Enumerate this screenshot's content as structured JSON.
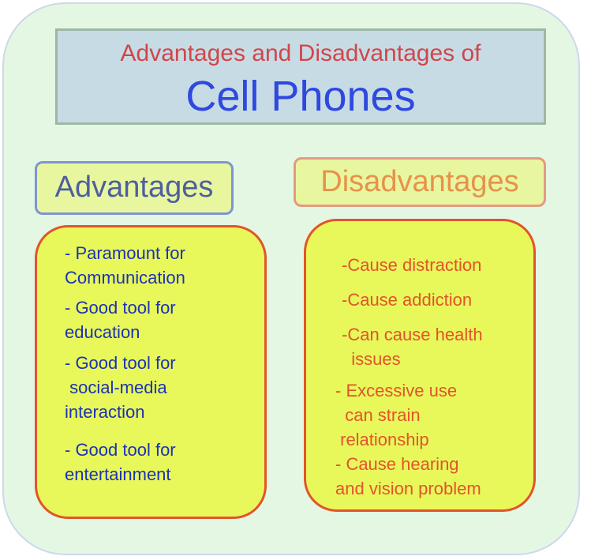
{
  "title": {
    "subtitle": "Advantages and Disadvantages of",
    "main": "Cell Phones"
  },
  "advantages": {
    "label": "Advantages",
    "lines": [
      "- Paramount for",
      "Communication",
      "- Good tool for",
      "education",
      "- Good tool for",
      " social-media",
      "interaction",
      "- Good tool for",
      "entertainment"
    ]
  },
  "disadvantages": {
    "label": "Disadvantages",
    "lines": [
      "-Cause distraction",
      "-Cause addiction",
      "-Can cause health",
      "  issues",
      "- Excessive use",
      "  can strain",
      " relationship",
      "- Cause hearing",
      "and vision problem"
    ]
  },
  "colors": {
    "outer_bg": "#e4f7e2",
    "title_bg": "#c7dbe4",
    "title_sub": "#d0464b",
    "title_main": "#2e48e0",
    "card_bg": "#e8f75a",
    "card_border": "#e2542b",
    "adv_text": "#1b32b6",
    "dis_text": "#e2542b"
  }
}
